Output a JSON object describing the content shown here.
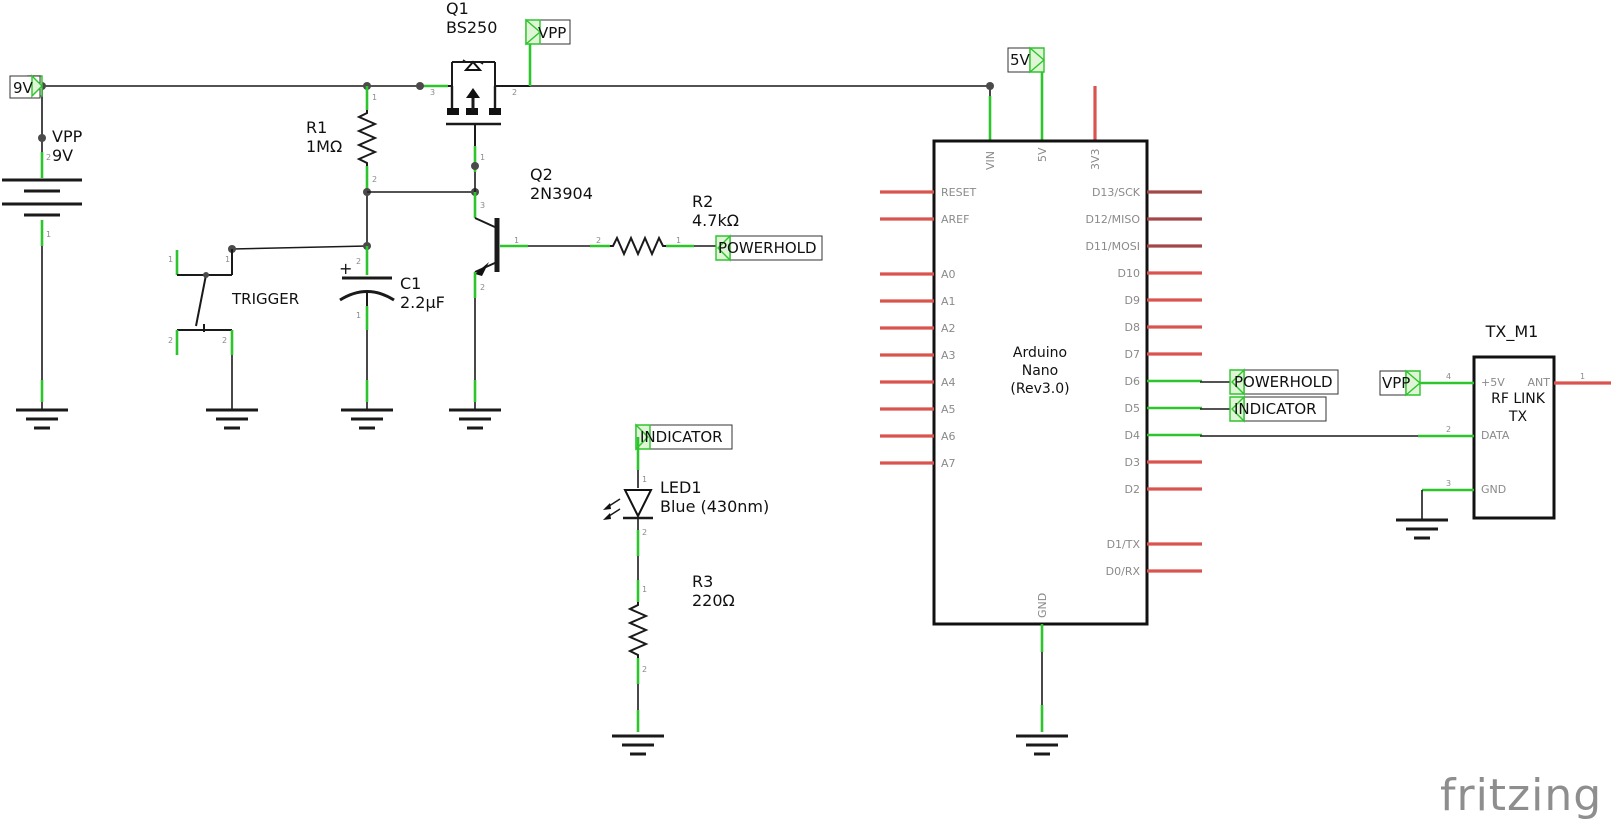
{
  "power": {
    "v9_net": "9V",
    "vpp_net": "VPP",
    "v5_net": "5V",
    "battery_name": "VPP",
    "battery_value": "9V"
  },
  "components": {
    "q1": {
      "name": "Q1",
      "part": "BS250"
    },
    "q2": {
      "name": "Q2",
      "part": "2N3904"
    },
    "r1": {
      "name": "R1",
      "value": "1MΩ"
    },
    "r2": {
      "name": "R2",
      "value": "4.7kΩ"
    },
    "r3": {
      "name": "R3",
      "value": "220Ω"
    },
    "c1": {
      "name": "C1",
      "value": "2.2µF",
      "polarity": "+"
    },
    "switch": {
      "name": "TRIGGER"
    },
    "led": {
      "name": "LED1",
      "value": "Blue (430nm)"
    }
  },
  "nets": {
    "powerhold": "POWERHOLD",
    "indicator": "INDICATOR"
  },
  "arduino": {
    "title": [
      "Arduino",
      "Nano",
      "(Rev3.0)"
    ],
    "top_pins": [
      "VIN",
      "5V",
      "3V3"
    ],
    "bottom_pin": "GND",
    "left_pins": [
      "RESET",
      "AREF",
      "A0",
      "A1",
      "A2",
      "A3",
      "A4",
      "A5",
      "A6",
      "A7"
    ],
    "right_pins": [
      "D13/SCK",
      "D12/MISO",
      "D11/MOSI",
      "D10",
      "D9",
      "D8",
      "D7",
      "D6",
      "D5",
      "D4",
      "D3",
      "D2",
      "D1/TX",
      "D0/RX"
    ]
  },
  "rf_module": {
    "name": "TX_M1",
    "title": [
      "RF LINK",
      "TX"
    ],
    "pins": [
      "+5V",
      "DATA",
      "GND"
    ],
    "pin_numbers": [
      "4",
      "2",
      "3"
    ],
    "ant_pin": "ANT",
    "ant_pin_number": "1"
  },
  "pin_numbers": {
    "one": "1",
    "two": "2",
    "three": "3"
  },
  "watermark": "fritzing",
  "colors": {
    "wire": "#1a1a1a",
    "connected_pin": "#2ec42e",
    "unconnected_pin": "#d9534f"
  }
}
